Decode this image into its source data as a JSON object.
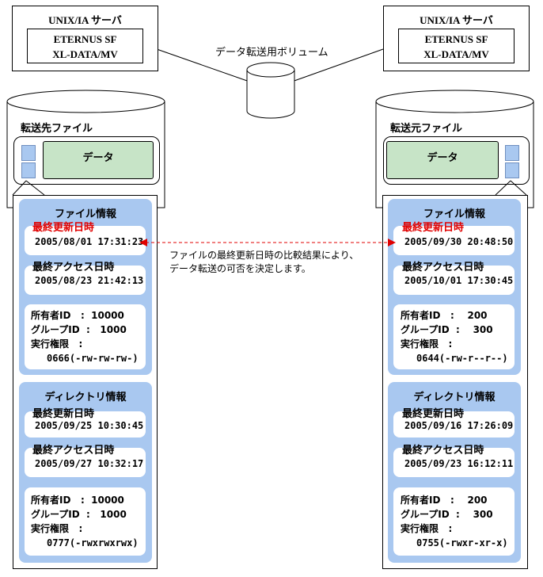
{
  "volume_label": "データ転送用ボリューム",
  "comparison_note": [
    "ファイルの最終更新日時の比較結果により、",
    "データ転送の可否を決定します。"
  ],
  "colors": {
    "section_bg": "#a9c8f0",
    "data_box": "#c7e4c7",
    "arrow": "#e00000",
    "highlight_label": "#e00000"
  },
  "left": {
    "server_title": "UNIX/IA サーバ",
    "product_line1": "ETERNUS SF",
    "product_line2": "XL-DATA/MV",
    "file_label": "転送先ファイル",
    "data_label": "データ",
    "file_info": {
      "title": "ファイル情報",
      "mtime_label": "最終更新日時",
      "mtime": "2005/08/01 17:31:23",
      "atime_label": "最終アクセス日時",
      "atime": "2005/08/23 21:42:13",
      "owner_line": "所有者ID   :  10000",
      "group_line": "グループID  :   1000",
      "perm_label": "実行権限   :",
      "perm": "0666(-rw-rw-rw-)"
    },
    "dir_info": {
      "title": "ディレクトリ情報",
      "mtime_label": "最終更新日時",
      "mtime": "2005/09/25 10:30:45",
      "atime_label": "最終アクセス日時",
      "atime": "2005/09/27 10:32:17",
      "owner_line": "所有者ID   :  10000",
      "group_line": "グループID  :   1000",
      "perm_label": "実行権限   :",
      "perm": "0777(-rwxrwxrwx)"
    }
  },
  "right": {
    "server_title": "UNIX/IA サーバ",
    "product_line1": "ETERNUS SF",
    "product_line2": "XL-DATA/MV",
    "file_label": "転送元ファイル",
    "data_label": "データ",
    "file_info": {
      "title": "ファイル情報",
      "mtime_label": "最終更新日時",
      "mtime": "2005/09/30 20:48:50",
      "atime_label": "最終アクセス日時",
      "atime": "2005/10/01 17:30:45",
      "owner_line": "所有者ID   :    200",
      "group_line": "グループID  :    300",
      "perm_label": "実行権限   :",
      "perm": "0644(-rw-r--r--)"
    },
    "dir_info": {
      "title": "ディレクトリ情報",
      "mtime_label": "最終更新日時",
      "mtime": "2005/09/16 17:26:09",
      "atime_label": "最終アクセス日時",
      "atime": "2005/09/23 16:12:11",
      "owner_line": "所有者ID   :    200",
      "group_line": "グループID  :    300",
      "perm_label": "実行権限   :",
      "perm": "0755(-rwxr-xr-x)"
    }
  }
}
